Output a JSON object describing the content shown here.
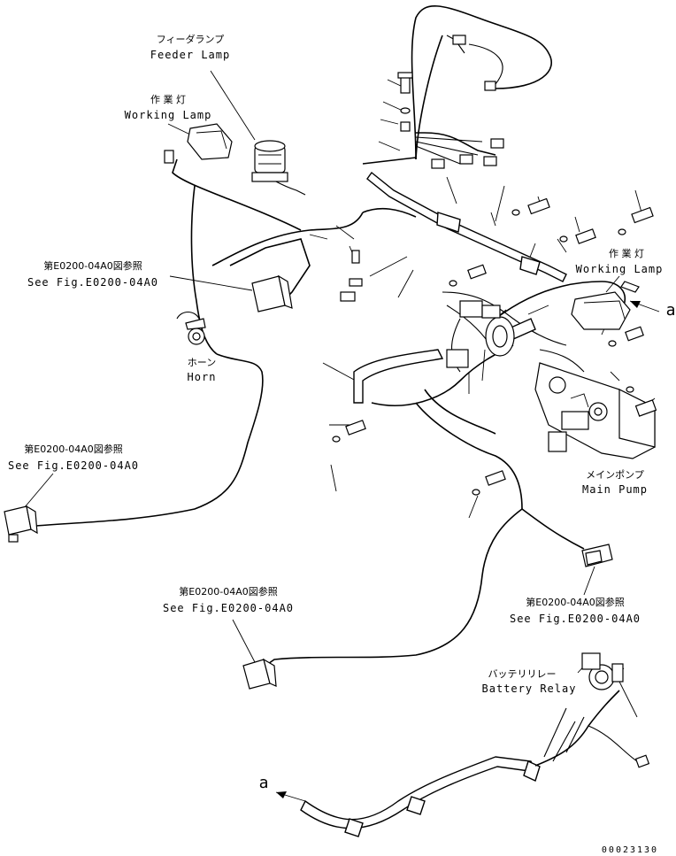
{
  "labels": {
    "feeder_lamp_jp": "フィーダランプ",
    "feeder_lamp_en": "Feeder Lamp",
    "working_lamp_left_jp": "作 業 灯",
    "working_lamp_left_en": "Working Lamp",
    "ref_top_left_jp": "第E0200-04A0図参照",
    "ref_top_left_en": "See Fig.E0200-04A0",
    "horn_jp": "ホーン",
    "horn_en": "Horn",
    "ref_mid_left_jp": "第E0200-04A0図参照",
    "ref_mid_left_en": "See Fig.E0200-04A0",
    "working_lamp_right_jp": "作 業 灯",
    "working_lamp_right_en": "Working Lamp",
    "arrow_a_right": "a",
    "main_pump_jp": "メインポンプ",
    "main_pump_en": "Main Pump",
    "ref_bottom_right_jp": "第E0200-04A0図参照",
    "ref_bottom_right_en": "See Fig.E0200-04A0",
    "ref_bottom_mid_jp": "第E0200-04A0図参照",
    "ref_bottom_mid_en": "See Fig.E0200-04A0",
    "battery_relay_jp": "バッテリリレー",
    "battery_relay_en": "Battery Relay",
    "arrow_a_left": "a",
    "drawing_number": "00023130"
  }
}
